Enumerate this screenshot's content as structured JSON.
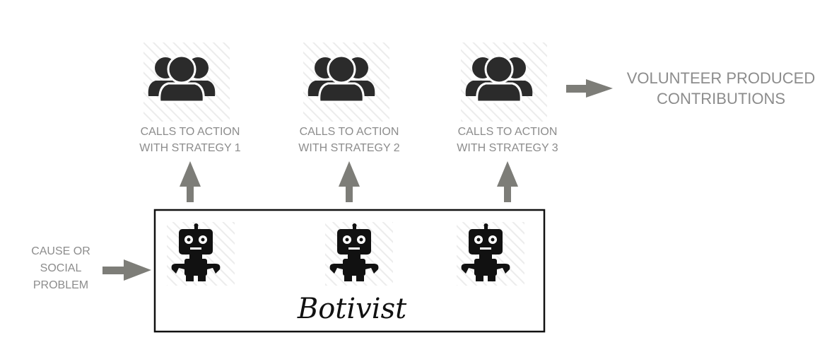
{
  "diagram": {
    "groups": [
      {
        "icon": "people-group-icon",
        "caption_line1": "CALLS TO ACTION",
        "caption_line2": "WITH STRATEGY 1"
      },
      {
        "icon": "people-group-icon",
        "caption_line1": "CALLS TO ACTION",
        "caption_line2": "WITH STRATEGY 2"
      },
      {
        "icon": "people-group-icon",
        "caption_line1": "CALLS TO ACTION",
        "caption_line2": "WITH STRATEGY 3"
      }
    ],
    "output_label_line1": "VOLUNTEER PRODUCED",
    "output_label_line2": "CONTRIBUTIONS",
    "input_label_line1": "CAUSE OR",
    "input_label_line2": "SOCIAL",
    "input_label_line3": "PROBLEM",
    "box_label": "Botivist",
    "bot_icon": "robot-icon",
    "colors": {
      "arrow": "#7d7d78",
      "icon": "#2b2b2b",
      "caption": "#8c8c8c",
      "box_border": "#111111"
    }
  }
}
